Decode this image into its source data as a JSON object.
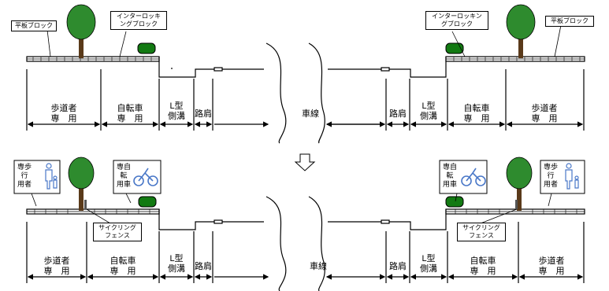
{
  "top": {
    "left_labels": {
      "pedestrian": "歩道者\n専　用",
      "bicycle": "自転車\n専　用",
      "l_gutter": "L型\n側溝",
      "shoulder": "路肩"
    },
    "right_labels": {
      "lane": "車線",
      "shoulder": "路肩",
      "l_gutter": "L型\n側溝",
      "bicycle": "自転車\n専　用",
      "pedestrian": "歩道者\n専　用"
    },
    "callouts": {
      "flat_block_left": "平板ブロック",
      "interlocking_left": "インターロッキ\nングブロック",
      "interlocking_right": "インターロッキン\nグブロック",
      "flat_block_right": "平板ブロック"
    }
  },
  "bottom": {
    "left_labels": {
      "pedestrian": "歩道者\n専　用",
      "bicycle": "自転車\n専　用",
      "l_gutter": "L型\n側溝",
      "shoulder": "路肩"
    },
    "right_labels": {
      "lane": "車線",
      "shoulder": "路肩",
      "l_gutter": "L型\n側溝",
      "bicycle": "自転車\n専　用",
      "pedestrian": "歩道者\n専　用"
    },
    "signs": {
      "pedestrian_left": "専歩\n行\n用者",
      "bicycle_left": "専自\n転\n用車",
      "bicycle_right": "専自\n転\n用車",
      "pedestrian_right": "専歩\n行\n用者"
    },
    "fence_callouts": {
      "left": "サイクリング\nフェンス",
      "right": "サイクリング\nフェンス"
    }
  },
  "arrow": "down-arrow-icon",
  "colors": {
    "tree": "#2e8b2e",
    "shrub": "#127a12",
    "sign_icon": "#4a78c8",
    "line": "#000000"
  }
}
